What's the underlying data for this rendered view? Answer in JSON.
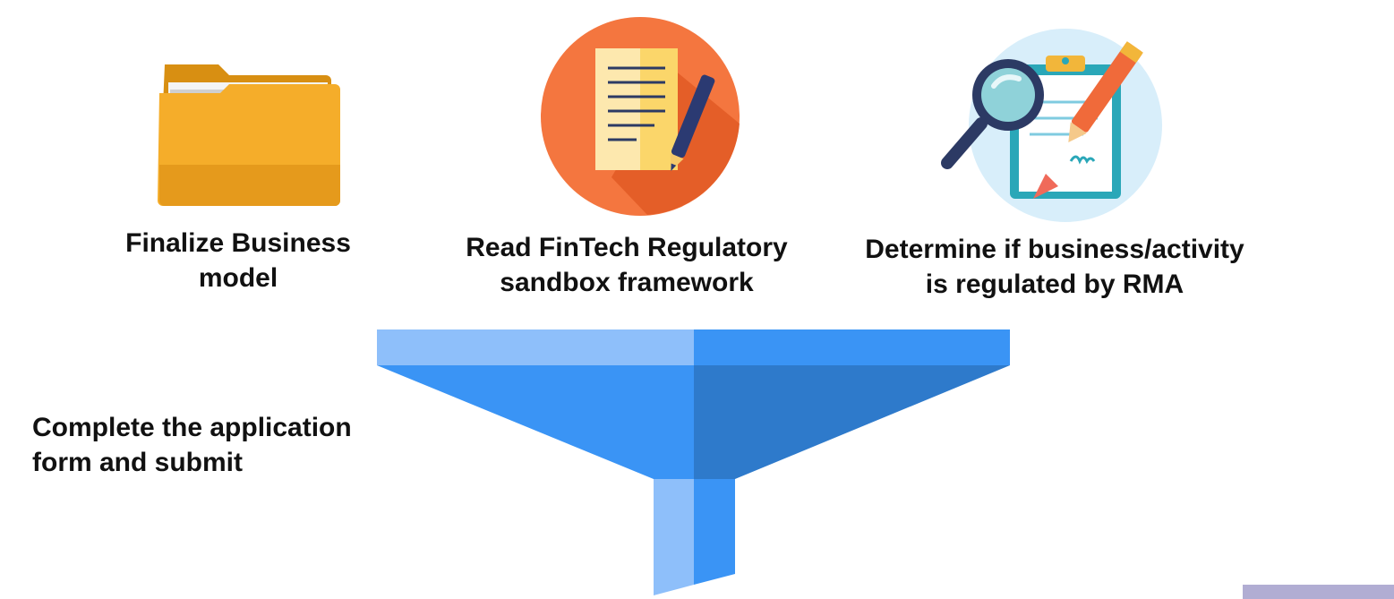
{
  "steps": [
    {
      "line1": "Finalize Business",
      "line2": "model",
      "icon": "folder-icon"
    },
    {
      "line1": "Read FinTech Regulatory",
      "line2": "sandbox framework",
      "icon": "document-pen-icon"
    },
    {
      "line1": "Determine if business/activity",
      "line2": "is regulated by RMA",
      "icon": "clipboard-magnifier-icon"
    }
  ],
  "final_step": {
    "line1": "Complete the application",
    "line2": "form and submit",
    "icon": "funnel-icon"
  },
  "colors": {
    "funnel_light": "#8ebffa",
    "funnel_mid": "#3a94f5",
    "funnel_dark": "#2e7acb",
    "folder": "#f2a824",
    "doc_circle": "#f4763f",
    "clip_circle": "#d8eefa"
  }
}
